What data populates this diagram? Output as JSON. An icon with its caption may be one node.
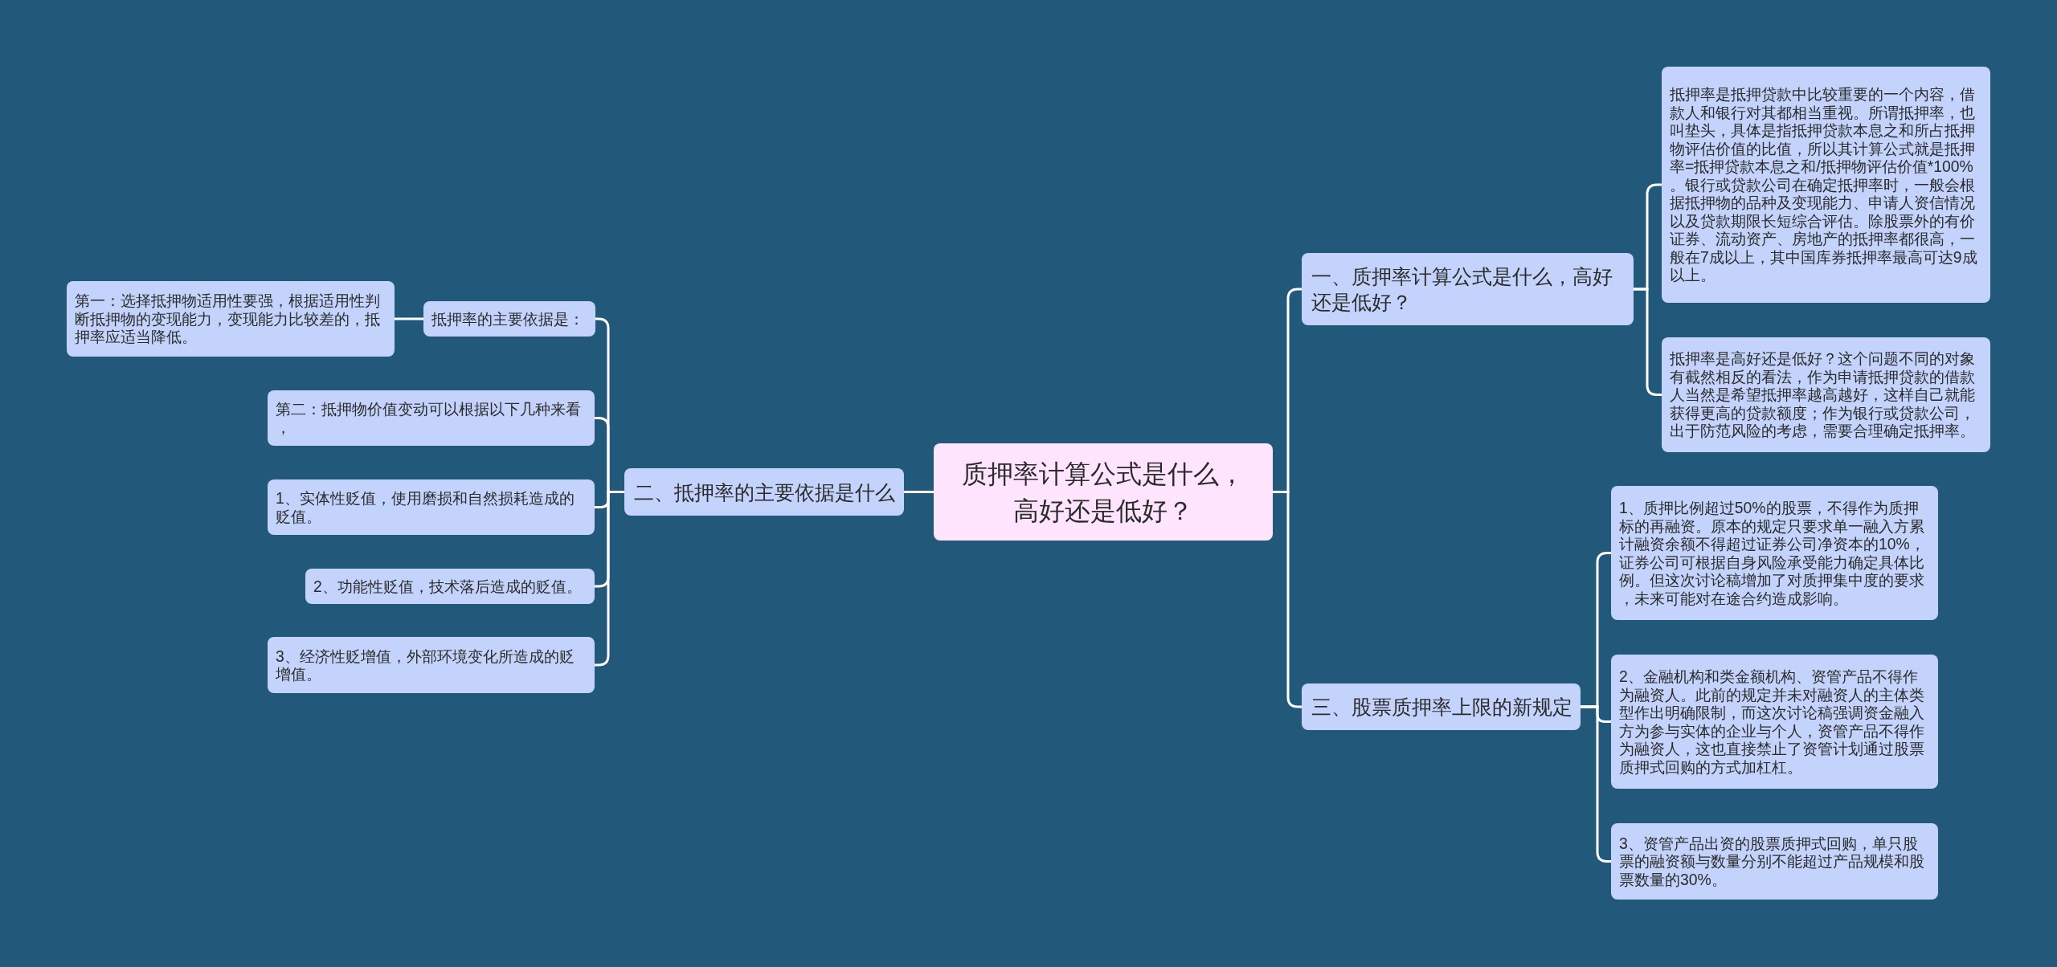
{
  "diagram": {
    "nodes": [
      {
        "text": [
          "质押率计算公式是什么，高好还是低好？"
        ]
      },
      {
        "text": [
          "一、质押率计算公式是什么，高好还是低好？"
        ]
      },
      {
        "text": [
          "抵押率是抵押贷款中比较重要的一个内容，借款人和银行对其都相当重视。所谓抵押率，也叫垫头，具体是指抵押贷款本息之和所占抵押物评估价值的比值，所以其计算公式就是抵押率=抵押贷款本息之和/抵押物评估价值*100%。银行或贷款公司在确定抵押率时，一般会根据抵押物的品种及变现能力、申请人资信情况以及贷款期限长短综合评估。除股票外的有价证券、流动资产、房地产的抵押率都很高，一般在7成以上，其中国库券抵押率最高可达9成以上。"
        ]
      },
      {
        "text": [
          "抵押率是高好还是低好？这个问题不同的对象有截然相反的看法，作为申请抵押贷款的借款人当然是希望抵押率越高越好，这样自己就能获得更高的贷款额度；作为银行或贷款公司，出于防范风险的考虑，需要合理确定抵押率。"
        ]
      },
      {
        "text": [
          "三、股票质押率上限的新规定"
        ]
      },
      {
        "text": [
          "1、质押比例超过50%的股票，不得作为质押标的再融资。原本的规定只要求单一融入方累计融资余额不得超过证券公司净资本的10%，证券公司可根据自身风险承受能力确定具体比例。但这次讨论稿增加了对质押集中度的要求，未来可能对在途合约造成影响。"
        ]
      },
      {
        "text": [
          "2、金融机构和类金额机构、资管产品不得作为融资人。此前的规定并未对融资人的主体类型作出明确限制，而这次讨论稿强调资金融入方为参与实体的企业与个人，资管产品不得作为融资人，这也直接禁止了资管计划通过股票质押式回购的方式加杠杠。"
        ]
      },
      {
        "text": [
          "3、资管产品出资的股票质押式回购，单只股票的融资额与数量分别不能超过产品规模和股票数量的30%。"
        ]
      },
      {
        "text": [
          "二、抵押率的主要依据是什么"
        ]
      },
      {
        "text": [
          "抵押率的主要依据是："
        ]
      },
      {
        "text": [
          "第一：选择抵押物适用性要强，根据适用性判断抵押物的变现能力，变现能力比较差的，抵押率应适当降低。"
        ]
      },
      {
        "text": [
          "第二：抵押物价值变动可以根据以下几种来看，"
        ]
      },
      {
        "text": [
          "1、实体性贬值，使用磨损和自然损耗造成的贬值。"
        ]
      },
      {
        "text": [
          "2、功能性贬值，技术落后造成的贬值。"
        ]
      },
      {
        "text": [
          "3、经济性贬增值，外部环境变化所造成的贬增值。"
        ]
      }
    ],
    "edges": [
      {
        "from": 0,
        "to": 1,
        "arrow": "none"
      },
      {
        "from": 1,
        "to": 2,
        "arrow": "none"
      },
      {
        "from": 1,
        "to": 3,
        "arrow": "none"
      },
      {
        "from": 0,
        "to": 4,
        "arrow": "none"
      },
      {
        "from": 4,
        "to": 5,
        "arrow": "none"
      },
      {
        "from": 4,
        "to": 6,
        "arrow": "none"
      },
      {
        "from": 4,
        "to": 7,
        "arrow": "none"
      },
      {
        "from": 0,
        "to": 8,
        "arrow": "none"
      },
      {
        "from": 8,
        "to": 9,
        "arrow": "none"
      },
      {
        "from": 9,
        "to": 10,
        "arrow": "none"
      },
      {
        "from": 8,
        "to": 11,
        "arrow": "none"
      },
      {
        "from": 8,
        "to": 12,
        "arrow": "none"
      },
      {
        "from": 8,
        "to": 13,
        "arrow": "none"
      },
      {
        "from": 8,
        "to": 14,
        "arrow": "none"
      }
    ]
  }
}
